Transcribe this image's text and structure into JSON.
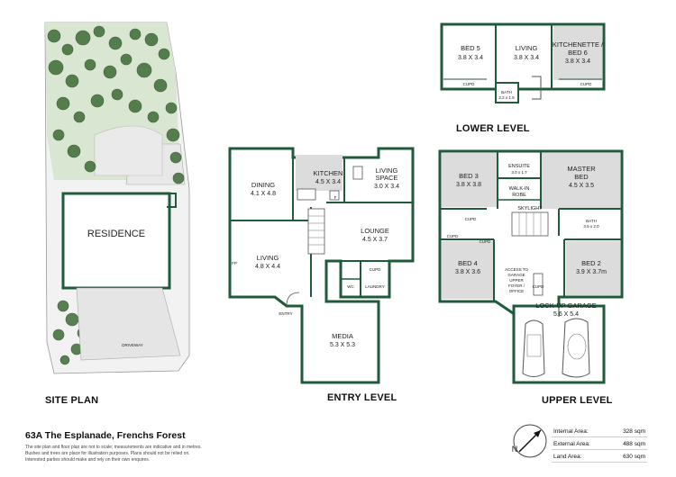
{
  "site_plan": {
    "residence_label": "RESIDENCE",
    "driveway_label": "DRIVEWAY",
    "section_label": "SITE PLAN"
  },
  "lower_level": {
    "section_label": "LOWER LEVEL",
    "rooms": {
      "bed5": {
        "name": "BED 5",
        "dims": "3.8 X 3.4"
      },
      "living": {
        "name": "LIVING",
        "dims": "3.8 X 3.4"
      },
      "kitchenette": {
        "name": "KITCHENETTE /",
        "name2": "BED 6",
        "dims": "3.8 X 3.4"
      },
      "bath": {
        "name": "BATH",
        "dims": "2.2 x 1.9"
      }
    },
    "cupd": "CUPD"
  },
  "entry_level": {
    "section_label": "ENTRY LEVEL",
    "rooms": {
      "dining": {
        "name": "DINING",
        "dims": "4.1 X 4.8"
      },
      "kitchen": {
        "name": "KITCHEN",
        "dims": "4.5 X 3.4"
      },
      "living_space": {
        "name": "LIVING",
        "name2": "SPACE",
        "dims": "3.0 X 3.4"
      },
      "lounge": {
        "name": "LOUNGE",
        "dims": "4.5 X 3.7"
      },
      "living": {
        "name": "LIVING",
        "dims": "4.8 X 4.4"
      },
      "media": {
        "name": "MEDIA",
        "dims": "5.3 X 5.3"
      },
      "laundry": {
        "name": "LAUNDRY"
      },
      "wc": {
        "name": "WC"
      },
      "cupd": {
        "name": "CUPD"
      }
    },
    "fp": "FP",
    "f": "F",
    "entry": "ENTRY"
  },
  "upper_level": {
    "section_label": "UPPER LEVEL",
    "rooms": {
      "bed3": {
        "name": "BED 3",
        "dims": "3.8 X 3.8"
      },
      "ensuite": {
        "name": "ENSUITE",
        "dims": "3.0 x 1.7"
      },
      "master": {
        "name": "MASTER",
        "name2": "BED",
        "dims": "4.5 X 3.5"
      },
      "walkin": {
        "name": "WALK-IN",
        "name2": "ROBE"
      },
      "skylight": {
        "name": "SKYLIGHT"
      },
      "bath": {
        "name": "BATH",
        "dims": "3.5 x 2.0"
      },
      "bed4": {
        "name": "BED 4",
        "dims": "3.8 X 3.6"
      },
      "access": {
        "lines": [
          "ACCESS TO",
          "GARAGE",
          "UPPER",
          "FOYER /",
          "OFFICE"
        ]
      },
      "bed2": {
        "name": "BED 2",
        "dims": "3.9 X 3.7m"
      },
      "garage": {
        "name": "LOCK-UP GARAGE",
        "dims": "5.6 X 5.4"
      }
    },
    "cupd": "CUPD"
  },
  "address": "63A The Esplanade, Frenchs Forest",
  "disclaimer": [
    "The site plan and floor plan are not to scale; measurements are indicative and in metres.",
    "Bushes and trees are place for illustration purposes. Plans should not be relied on.",
    "Interested parties should make and rely on their own enquires."
  ],
  "areas": [
    {
      "label": "Internal Area:",
      "value": "328 sqm"
    },
    {
      "label": "External Area:",
      "value": "488 sqm"
    },
    {
      "label": "Land Area:",
      "value": "630 sqm"
    }
  ],
  "north_label": "N",
  "colors": {
    "wall": "#1f5a3a",
    "tree": "#3d6b35",
    "grass": "#cfe0c6",
    "room_grey": "#dcdcdc",
    "outline": "#555555"
  }
}
